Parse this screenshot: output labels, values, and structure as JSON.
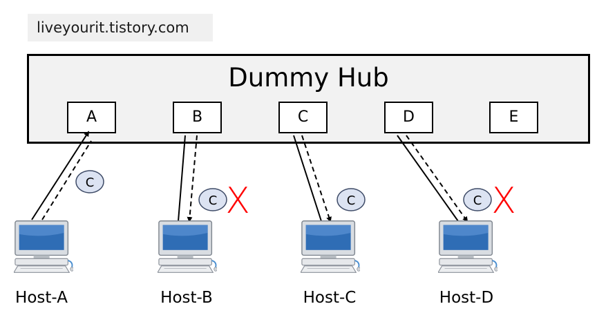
{
  "watermark": "liveyourit.tistory.com",
  "hub": {
    "title": "Dummy Hub",
    "ports": [
      "A",
      "B",
      "C",
      "D",
      "E"
    ]
  },
  "hosts": [
    {
      "label": "Host-A"
    },
    {
      "label": "Host-B"
    },
    {
      "label": "Host-C"
    },
    {
      "label": "Host-D"
    }
  ],
  "frames": [
    {
      "text": "C",
      "rejected": false
    },
    {
      "text": "C",
      "rejected": true
    },
    {
      "text": "C",
      "rejected": false
    },
    {
      "text": "C",
      "rejected": true
    }
  ],
  "reject_mark": "X",
  "colors": {
    "hub_fill": "#f2f2f2",
    "badge_fill": "#dce3f2",
    "badge_stroke": "#3d4a66",
    "reject": "#ff0000",
    "screen": "#2f6db5"
  },
  "icons": [
    "desktop-computer-icon"
  ]
}
